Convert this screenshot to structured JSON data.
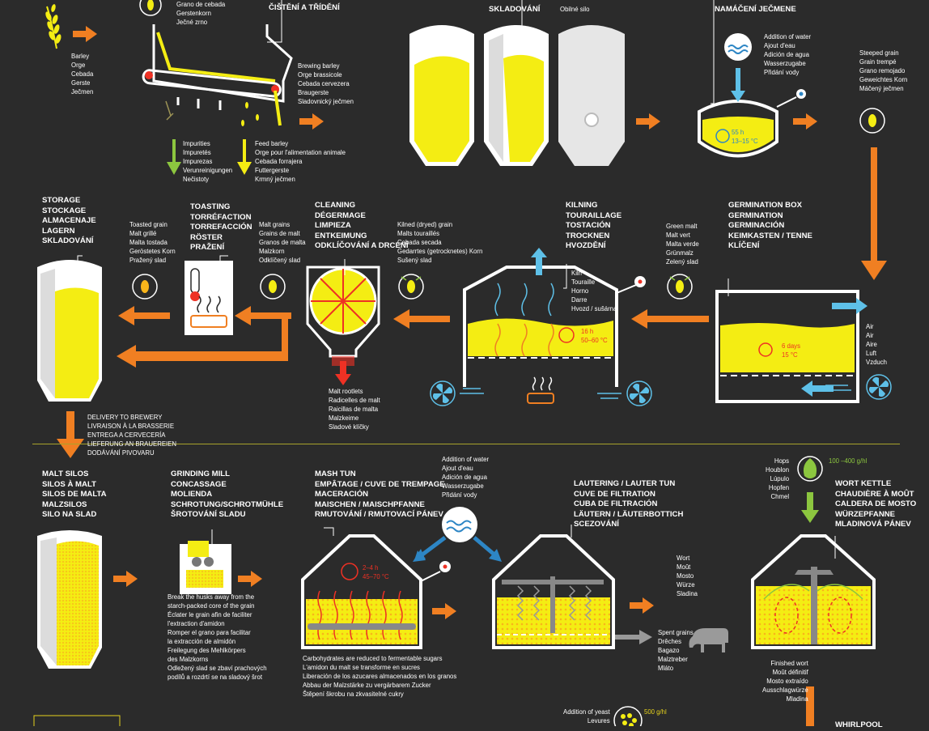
{
  "colors": {
    "background": "#2b2b2b",
    "grain": "#f4ed13",
    "arrow": "#f07f22",
    "tank": "#ffffff",
    "water": "#5ec0e8",
    "red": "#ee3124",
    "green": "#8cc63f"
  },
  "texts": {
    "barley_names": "Barley\nOrge\nCebada\nGerste\nJečmen",
    "grain_names": "Grano de cebada\nGerstenkorn\nJečné zrno",
    "cleaning_sorting": "ČIŠTĚNÍ A TŘÍDĚNÍ",
    "brewing_barley": "Brewing barley\nOrge brassicole\nCebada cervezera\nBraugerste\nSladovnický ječmen",
    "impurities": "Impurities\nImpuretés\nImpurezas\nVerunreinigungen\nNečistoty",
    "feed_barley": "Feed barley\nOrge pour l'alimentation animale\nCebada forrajera\nFuttergerste\nKrmný ječmen",
    "storage_top": "SKLADOVÁNÍ",
    "silo_top": "Obilné silo",
    "steeping_title": "NAMÁČENÍ JEČMENE",
    "addition_water_1": "Addition of water\nAjout d'eau\nAdición de agua\nWasserzugabe\nPřidání vody",
    "steep_time": "55 h\n13–15 °C",
    "steeped_grain": "Steeped grain\nGrain trempé\nGrano remojado\nGeweichtes Korn\nMáčený ječmen",
    "storage_title": "STORAGE\nSTOCKAGE\nALMACENAJE\nLAGERN\nSKLADOVÁNÍ",
    "toasting_title": "TOASTING\nTORRÉFACTION\nTORREFACCIÓN\nRÖSTER\nPRAŽENÍ",
    "toasted_grain": "Toasted grain\nMalt grillé\nMalta tostada\nGeröstetes Korn\nPražený slad",
    "malt_grains": "Malt grains\nGrains de malt\nGranos de malta\nMalzkorn\nOdklíčený slad",
    "cleaning_title": "CLEANING\nDÉGERMAGE\nLIMPIEZA\nENTKEIMUNG\nODKLÍČOVÁNÍ A DRCENÍ",
    "kilned_grain": "Kilned (dryed) grain\nMalts touraillés\nCebada secada\nGedarrtes (getrocknetes) Korn\nSušený slad",
    "kilning_title": "KILNING\nTOURAILLAGE\nTOSTACIÓN\nTROCKNEN\nHVOZDĚNÍ",
    "kiln_names": "Kiln\nTouraille\nHorno\nDarre\nHvozd / sušárna",
    "kiln_time": "16 h\n50–60 °C",
    "green_malt": "Green malt\nMalt vert\nMalta verde\nGrünmalz\nZelený slad",
    "germination_title": "GERMINATION BOX\nGERMINATION\nGERMINACIÓN\nKEIMKASTEN / TENNE\nKLÍČENÍ",
    "germ_time": "6 days\n15 °C",
    "air_names": "Air\nAir\nAire\nLuft\nVzduch",
    "malt_rootlets": "Malt rootlets\nRadicelles de malt\nRaicillas de malta\nMalzkeime\nSladové klíčky",
    "delivery": "DELIVERY TO BREWERY\nLIVRAISON À LA BRASSERIE\nENTREGA A CERVECERÍA\nLIEFERUNG AN BRAUEREIEN\nDODÁVÁNÍ PIVOVARU",
    "malt_silos": "MALT SILOS\nSILOS À MALT\nSILOS DE MALTA\nMALZSILOS\nSILO NA SLAD",
    "grinding_title": "GRINDING MILL\nCONCASSAGE\nMOLIENDA\nSCHROTUNG/SCHROTMÜHLE\nŠROTOVÁNÍ SLADU",
    "grinding_desc": "Break the husks away from the\nstarch-packed core of the grain\nÉclater le grain afin de faciliter\nl'extraction d'amidon\nRomper el grano para facilitar\nla extracción de almidón\nFreilegung des Mehlkörpers\ndes Malzkorns\nOdležený slad se zbaví prachových\npodílů a rozdrtí se na sladový šrot",
    "mash_title": "MASH TUN\nEMPÂTAGE / CUVE DE TREMPAGE\nMACERACIÓN\nMAISCHEN / MAISCHPFANNE\nRMUTOVÁNÍ / RMUTOVACÍ PÁNEV",
    "mash_time": "2–4 h\n45–70 °C",
    "mash_desc": "Carbohydrates are reduced to fermentable sugars\nL'amidon du malt se transforme en sucres\nLiberación de los azucares almacenados en los granos\nAbbau der Malzstärke zu vergärbarem Zucker\nŠtěpení škrobu na zkvasitelné cukry",
    "addition_water_2": "Addition of water\nAjout d'eau\nAdición de agua\nWasserzugabe\nPřidání vody",
    "lauter_title": "LAUTERING / LAUTER TUN\nCUVE DE FILTRATION\nCUBA DE FILTRACIÓN\nLÄUTERN / LÄUTERBOTTICH\nSCEZOVÁNÍ",
    "wort_names": "Wort\nMoût\nMosto\nWürze\nSladina",
    "spent_grains": "Spent grains\nDrêches\nBagazo\nMalztreber\nMláto",
    "hops_names": "Hops\nHoublon\nLúpulo\nHopfen\nChmel",
    "hops_amount": "100 –400 g/hl",
    "wort_kettle_title": "WORT KETTLE\nCHAUDIÈRE À MOÛT\nCALDERA DE MOSTO\nWÜRZEPFANNE\nMLADINOVÁ PÁNEV",
    "finished_wort": "Finished wort\nMoût définitif\nMosto extraído\nAusschlagwürze\nMladina",
    "yeast_names": "Addition of yeast\nLevures",
    "yeast_amount": "500 g/hl",
    "whirlpool_title": "WHIRLPOOL"
  }
}
